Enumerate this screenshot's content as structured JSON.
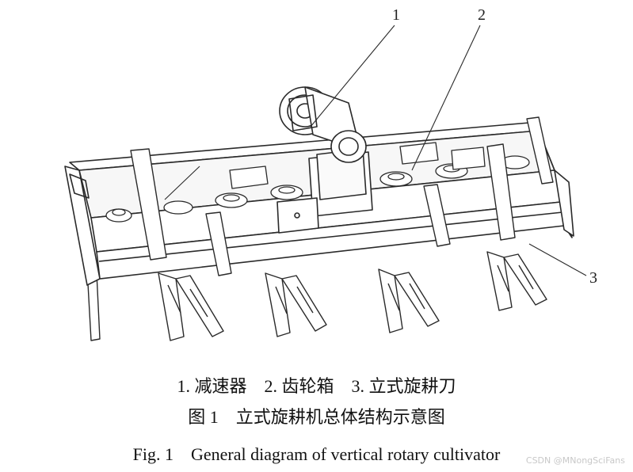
{
  "callouts": [
    {
      "num": "1",
      "name": "减速器"
    },
    {
      "num": "2",
      "name": "齿轮箱"
    },
    {
      "num": "3",
      "name": "立式旋耕刀"
    }
  ],
  "legend": "1. 减速器　2. 齿轮箱　3. 立式旋耕刀",
  "caption_cn": "图 1　立式旋耕机总体结构示意图",
  "caption_en": "Fig. 1　General diagram of vertical rotary cultivator",
  "watermark": "CSDN @MNongSciFans"
}
